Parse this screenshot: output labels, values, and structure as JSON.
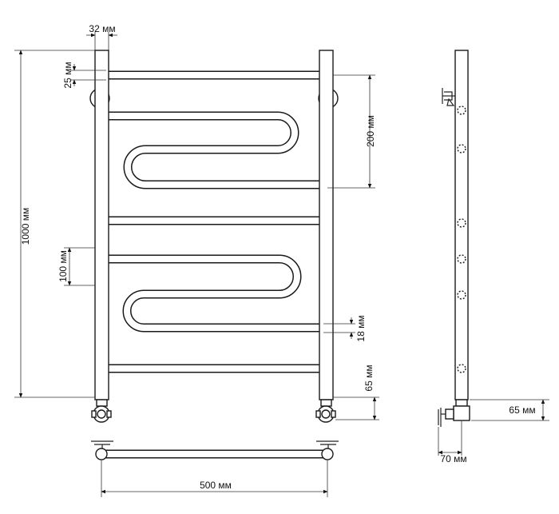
{
  "dimensions": {
    "post_width": "32 мм",
    "top_offset": "25 мм",
    "total_height": "1000 мм",
    "bar_spacing_200": "200 мм",
    "bar_spacing_100": "100 мм",
    "bar_diameter": "18 мм",
    "bottom_connection": "65 мм",
    "overall_width": "500 мм",
    "side_connection_height": "65 мм",
    "wall_offset": "70 мм"
  }
}
